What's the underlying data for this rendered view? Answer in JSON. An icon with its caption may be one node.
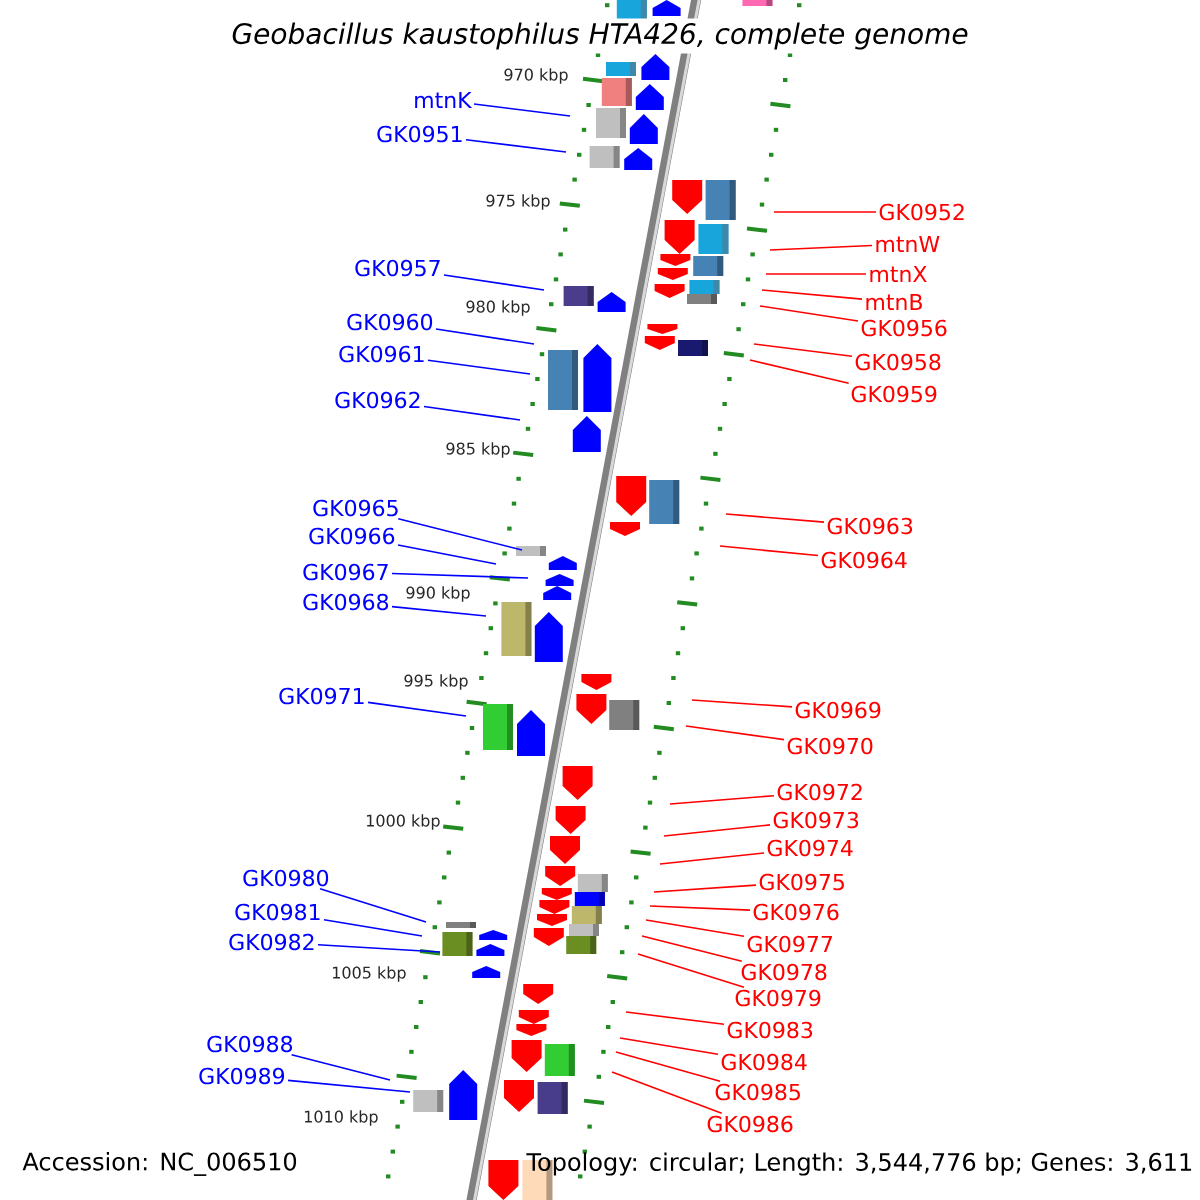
{
  "diagram": {
    "title": "Geobacillus kaustophilus HTA426, complete genome",
    "nodes": [
      {
        "text": [
          "mtnK"
        ]
      },
      {
        "text": [
          "GK0951"
        ]
      },
      {
        "text": [
          "GK0957"
        ]
      },
      {
        "text": [
          "GK0960"
        ]
      },
      {
        "text": [
          "GK0961"
        ]
      },
      {
        "text": [
          "GK0962"
        ]
      },
      {
        "text": [
          "GK0965"
        ]
      },
      {
        "text": [
          "GK0966"
        ]
      },
      {
        "text": [
          "GK0967"
        ]
      },
      {
        "text": [
          "GK0968"
        ]
      },
      {
        "text": [
          "GK0971"
        ]
      },
      {
        "text": [
          "GK0980"
        ]
      },
      {
        "text": [
          "GK0981"
        ]
      },
      {
        "text": [
          "GK0982"
        ]
      },
      {
        "text": [
          "GK0988"
        ]
      },
      {
        "text": [
          "GK0989"
        ]
      },
      {
        "text": [
          "GK0952"
        ]
      },
      {
        "text": [
          "mtnW"
        ]
      },
      {
        "text": [
          "mtnX"
        ]
      },
      {
        "text": [
          "mtnB"
        ]
      },
      {
        "text": [
          "GK0956"
        ]
      },
      {
        "text": [
          "GK0958"
        ]
      },
      {
        "text": [
          "GK0959"
        ]
      },
      {
        "text": [
          "GK0963"
        ]
      },
      {
        "text": [
          "GK0964"
        ]
      },
      {
        "text": [
          "GK0969"
        ]
      },
      {
        "text": [
          "GK0970"
        ]
      },
      {
        "text": [
          "GK0972"
        ]
      },
      {
        "text": [
          "GK0973"
        ]
      },
      {
        "text": [
          "GK0974"
        ]
      },
      {
        "text": [
          "GK0975"
        ]
      },
      {
        "text": [
          "GK0976"
        ]
      },
      {
        "text": [
          "GK0977"
        ]
      },
      {
        "text": [
          "GK0978"
        ]
      },
      {
        "text": [
          "GK0979"
        ]
      },
      {
        "text": [
          "GK0983"
        ]
      },
      {
        "text": [
          "GK0984"
        ]
      },
      {
        "text": [
          "GK0985"
        ]
      },
      {
        "text": [
          "GK0986"
        ]
      }
    ],
    "edges": [
      {
        "from": 0,
        "to": null,
        "arrow": "none",
        "color": "#0000ff"
      },
      {
        "from": 1,
        "to": null,
        "arrow": "none",
        "color": "#0000ff"
      },
      {
        "from": 2,
        "to": null,
        "arrow": "none",
        "color": "#0000ff"
      },
      {
        "from": 3,
        "to": null,
        "arrow": "none",
        "color": "#0000ff"
      },
      {
        "from": 4,
        "to": null,
        "arrow": "none",
        "color": "#0000ff"
      },
      {
        "from": 5,
        "to": null,
        "arrow": "none",
        "color": "#0000ff"
      },
      {
        "from": 6,
        "to": null,
        "arrow": "none",
        "color": "#0000ff"
      },
      {
        "from": 7,
        "to": null,
        "arrow": "none",
        "color": "#0000ff"
      },
      {
        "from": 8,
        "to": null,
        "arrow": "none",
        "color": "#0000ff"
      },
      {
        "from": 9,
        "to": null,
        "arrow": "none",
        "color": "#0000ff"
      },
      {
        "from": 10,
        "to": null,
        "arrow": "none",
        "color": "#0000ff"
      },
      {
        "from": 11,
        "to": null,
        "arrow": "none",
        "color": "#0000ff"
      },
      {
        "from": 12,
        "to": null,
        "arrow": "none",
        "color": "#0000ff"
      },
      {
        "from": 13,
        "to": null,
        "arrow": "none",
        "color": "#0000ff"
      },
      {
        "from": 14,
        "to": null,
        "arrow": "none",
        "color": "#0000ff"
      },
      {
        "from": 15,
        "to": null,
        "arrow": "none",
        "color": "#0000ff"
      },
      {
        "from": 16,
        "to": null,
        "arrow": "none"
      },
      {
        "from": 17,
        "to": null,
        "arrow": "none"
      },
      {
        "from": 18,
        "to": null,
        "arrow": "none"
      },
      {
        "from": 19,
        "to": null,
        "arrow": "none"
      },
      {
        "from": 20,
        "to": null,
        "arrow": "none"
      },
      {
        "from": 21,
        "to": null,
        "arrow": "none"
      },
      {
        "from": 22,
        "to": null,
        "arrow": "none"
      },
      {
        "from": 23,
        "to": null,
        "arrow": "none"
      },
      {
        "from": 24,
        "to": null,
        "arrow": "none"
      },
      {
        "from": 25,
        "to": null,
        "arrow": "none"
      },
      {
        "from": 26,
        "to": null,
        "arrow": "none"
      },
      {
        "from": 27,
        "to": null,
        "arrow": "none"
      },
      {
        "from": 28,
        "to": null,
        "arrow": "none"
      },
      {
        "from": 29,
        "to": null,
        "arrow": "none"
      },
      {
        "from": 30,
        "to": null,
        "arrow": "none"
      },
      {
        "from": 31,
        "to": null,
        "arrow": "none"
      },
      {
        "from": 32,
        "to": null,
        "arrow": "none"
      },
      {
        "from": 33,
        "to": null,
        "arrow": "none"
      },
      {
        "from": 34,
        "to": null,
        "arrow": "none"
      },
      {
        "from": 35,
        "to": null,
        "arrow": "none"
      },
      {
        "from": 36,
        "to": null,
        "arrow": "none"
      },
      {
        "from": 37,
        "to": null,
        "arrow": "none"
      },
      {
        "from": 38,
        "to": null,
        "arrow": "none"
      }
    ],
    "labels": [
      "970 kbp",
      "975 kbp",
      "980 kbp",
      "985 kbp",
      "990 kbp",
      "995 kbp",
      "1000 kbp",
      "1005 kbp",
      "1010 kbp",
      "Accession: NC_006510",
      "Topology: circular; Length: 3,544,776 bp; Genes: 3,611"
    ]
  }
}
